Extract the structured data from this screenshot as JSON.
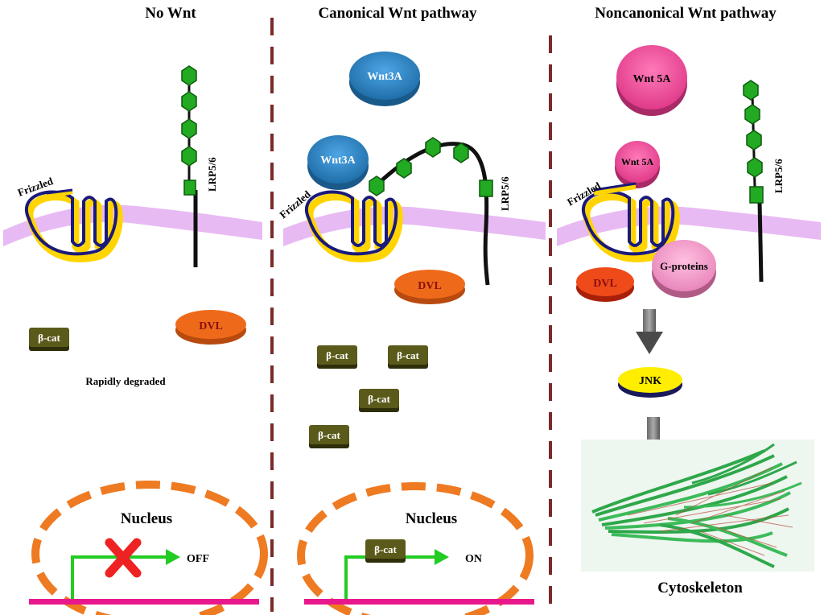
{
  "panels": {
    "no_wnt": {
      "title": "No Wnt",
      "frizzled": "Frizzled",
      "lrp": "LRP5/6",
      "dvl": "DVL",
      "bcat": "β-cat",
      "degraded": "Rapidly degraded",
      "nucleus": "Nucleus",
      "state": "OFF"
    },
    "canonical": {
      "title": "Canonical Wnt pathway",
      "ligand_free": "Wnt3A",
      "ligand_bound": "Wnt3A",
      "frizzled": "Frizzled",
      "lrp": "LRP5/6",
      "dvl": "DVL",
      "bcat": [
        "β-cat",
        "β-cat",
        "β-cat",
        "β-cat"
      ],
      "nucleus": "Nucleus",
      "nucleus_bcat": "β-cat",
      "state": "ON"
    },
    "noncanonical": {
      "title": "Noncanonical Wnt pathway",
      "ligand_free": "Wnt 5A",
      "ligand_bound": "Wnt 5A",
      "frizzled": "Frizzled",
      "lrp": "LRP5/6",
      "dvl": "DVL",
      "gproteins": "G-proteins",
      "jnk": "JNK",
      "cytoskeleton": "Cytoskeleton"
    }
  },
  "colors": {
    "membrane": "#e6b3f2",
    "divider": "#7a2a2a",
    "frizzled_outline": "#1a1a7a",
    "frizzled_glow": "#ffd400",
    "lrp_domain": "#22aa22",
    "dvl": "#ee6a1a",
    "bcat": "#5a5a1a",
    "wnt3a": "#2f86c8",
    "wnt5a": "#f25aa6",
    "gproteins": "#f29ac8",
    "jnk": "#ffee00",
    "nucleus": "#ee7a22",
    "dna": "#e8188c",
    "arrow": "#22cc22",
    "block": "#ee2222",
    "cytoskeleton": "#2ea84a"
  }
}
